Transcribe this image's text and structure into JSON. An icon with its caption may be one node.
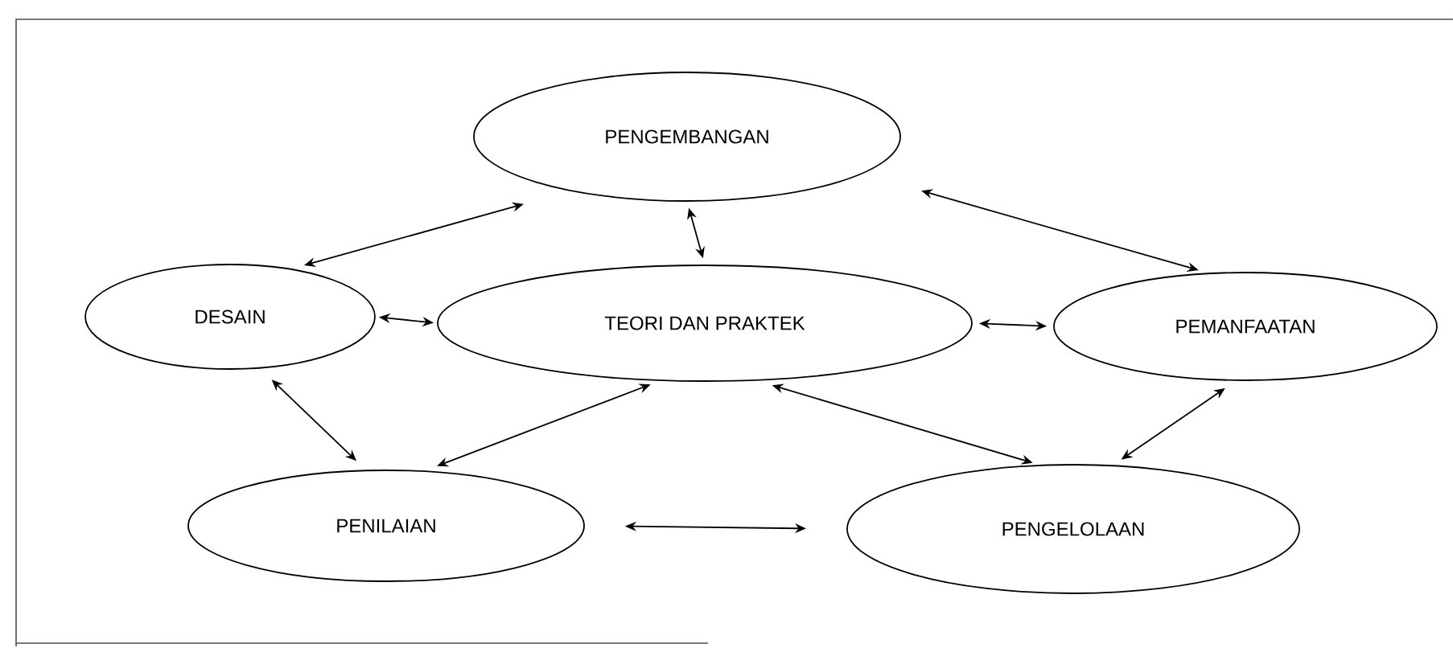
{
  "diagram": {
    "nodes": [
      {
        "text": [
          "PENGEMBANGAN"
        ]
      },
      {
        "text": [
          "DESAIN"
        ]
      },
      {
        "text": [
          "TEORI DAN PRAKTEK"
        ]
      },
      {
        "text": [
          "PEMANFAATAN"
        ]
      },
      {
        "text": [
          "PENILAIAN"
        ]
      },
      {
        "text": [
          "PENGELOLAAN"
        ]
      }
    ],
    "edges": [
      {
        "from": 1,
        "to": 0,
        "arrow": "both"
      },
      {
        "from": 0,
        "to": 2,
        "arrow": "both"
      },
      {
        "from": 0,
        "to": 3,
        "arrow": "both"
      },
      {
        "from": 1,
        "to": 2,
        "arrow": "both"
      },
      {
        "from": 2,
        "to": 3,
        "arrow": "both"
      },
      {
        "from": 1,
        "to": 4,
        "arrow": "both"
      },
      {
        "from": 4,
        "to": 2,
        "arrow": "both"
      },
      {
        "from": 2,
        "to": 5,
        "arrow": "both"
      },
      {
        "from": 3,
        "to": 5,
        "arrow": "both"
      },
      {
        "from": 4,
        "to": 5,
        "arrow": "both"
      }
    ]
  }
}
